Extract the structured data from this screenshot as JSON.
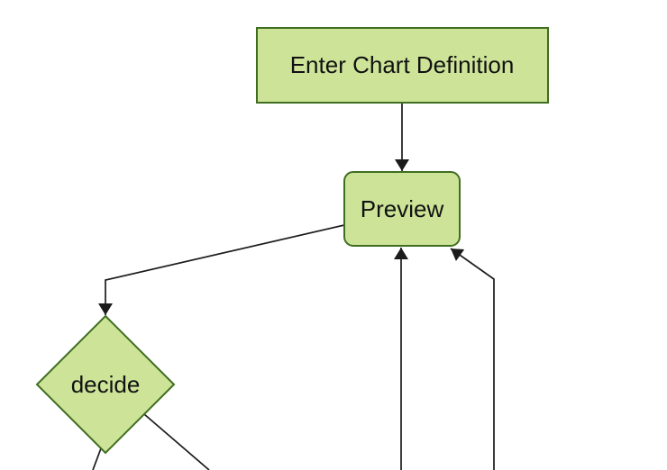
{
  "diagram": {
    "type": "flowchart",
    "direction": "top-down",
    "background": "#ffffff",
    "colors": {
      "background": "#ffffff",
      "node_fill": "#cde498",
      "node_border": "#3f6e21",
      "edge": "#1b1b1b",
      "label_text": "#111111"
    },
    "nodes": [
      {
        "id": "enter-chart-definition",
        "shape": "rectangle",
        "label": "Enter Chart Definition"
      },
      {
        "id": "preview",
        "shape": "rounded-rectangle",
        "label": "Preview"
      },
      {
        "id": "decide",
        "shape": "diamond",
        "label": "decide"
      }
    ],
    "edges": [
      {
        "from": "enter-chart-definition",
        "to": "preview",
        "arrowhead_visible": true
      },
      {
        "from": "preview",
        "to": "decide",
        "arrowhead_visible": true
      },
      {
        "from": "offscreen-bottom-center",
        "to": "preview",
        "arrowhead_visible": true
      },
      {
        "from": "offscreen-bottom-right",
        "to": "preview",
        "arrowhead_visible": true
      },
      {
        "from": "decide",
        "to": "offscreen-bottom-left",
        "arrowhead_visible": false
      },
      {
        "from": "decide",
        "to": "offscreen-bottom-right",
        "arrowhead_visible": false
      }
    ]
  }
}
